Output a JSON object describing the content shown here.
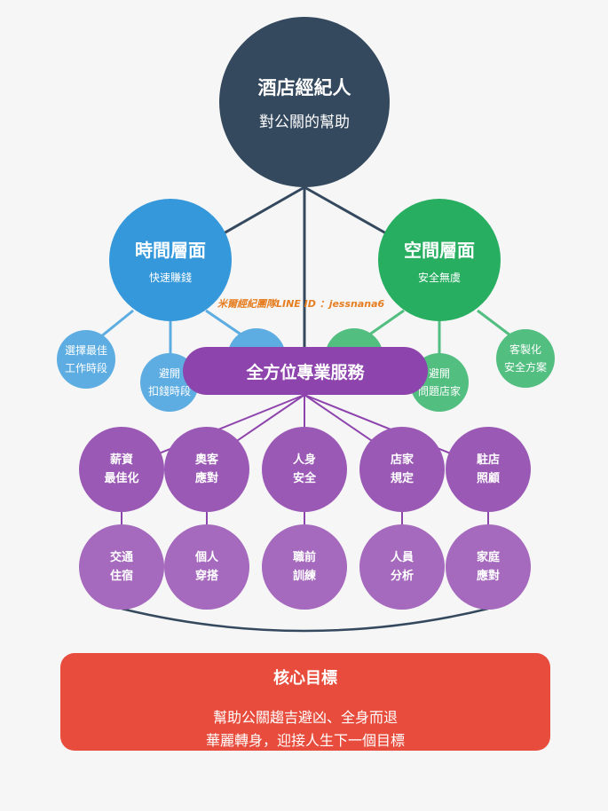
{
  "root": {
    "title": "酒店經紀人",
    "subtitle": "對公關的幫助"
  },
  "time": {
    "title": "時間層面",
    "subtitle": "快速賺錢",
    "items": [
      [
        "選擇最佳",
        "工作時段"
      ],
      [
        "避開",
        "扣錢時段"
      ]
    ]
  },
  "space": {
    "title": "空間層面",
    "subtitle": "安全無虞",
    "items": [
      [
        "避開",
        "問題店家"
      ],
      [
        "客製化",
        "安全方案"
      ]
    ]
  },
  "service": {
    "title": "全方位專業服務"
  },
  "row1": [
    [
      "薪資",
      "最佳化"
    ],
    [
      "奧客",
      "應對"
    ],
    [
      "人身",
      "安全"
    ],
    [
      "店家",
      "規定"
    ],
    [
      "駐店",
      "照顧"
    ]
  ],
  "row2": [
    [
      "交通",
      "住宿"
    ],
    [
      "個人",
      "穿搭"
    ],
    [
      "職前",
      "訓練"
    ],
    [
      "人員",
      "分析"
    ],
    [
      "家庭",
      "應對"
    ]
  ],
  "goal": {
    "title": "核心目標",
    "line1": "幫助公關趨吉避凶、全身而退",
    "line2": "華麗轉身，迎接人生下一個目標"
  },
  "watermark": "米爾經紀團隊LINE ID ：jessnana6",
  "colors": {
    "root": "#34495e",
    "time": "#3498db",
    "space": "#27ae60",
    "service": "#8e44ad",
    "goal": "#e74c3c"
  }
}
